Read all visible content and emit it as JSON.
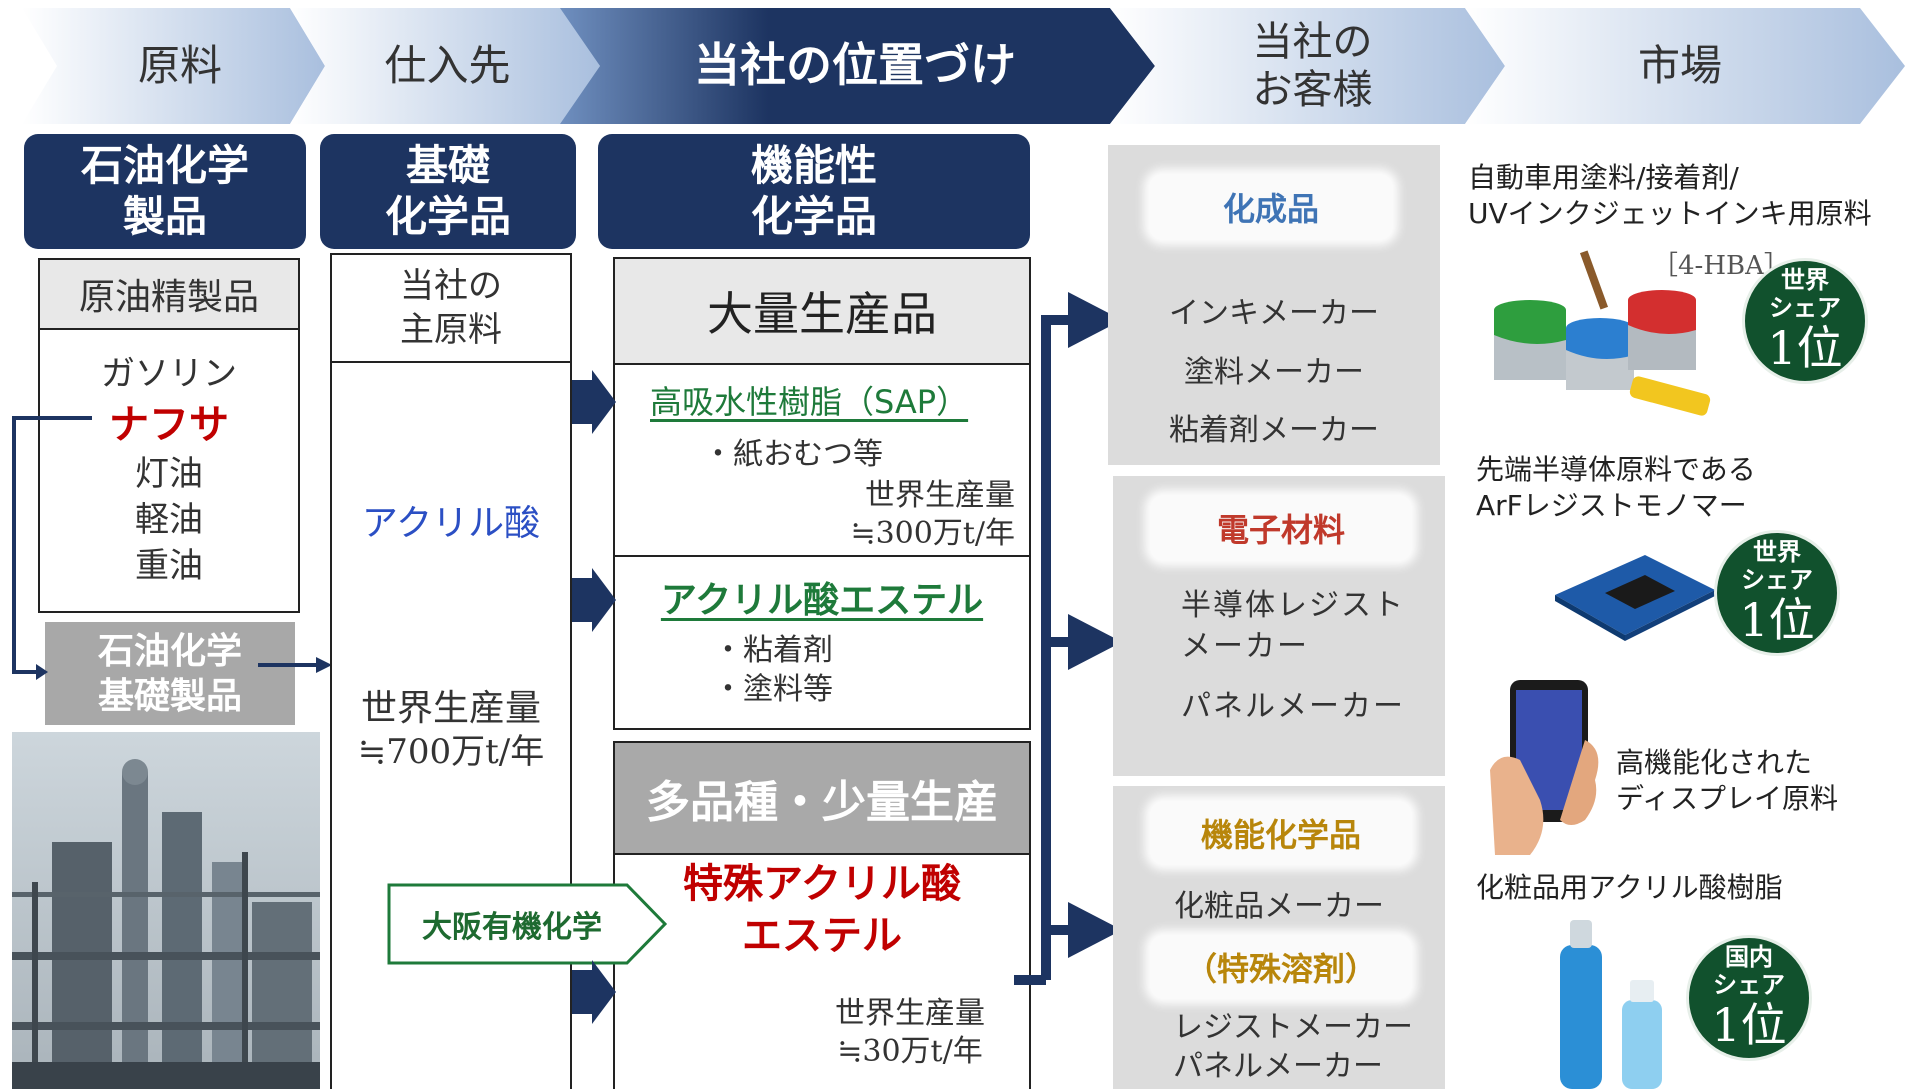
{
  "header": {
    "steps": [
      {
        "label": "原料"
      },
      {
        "label": "仕入先"
      },
      {
        "label": "当社の位置づけ"
      },
      {
        "label": "当社の\nお客様"
      },
      {
        "label": "市場"
      }
    ]
  },
  "columns": {
    "raw": {
      "title": "石油化学\n製品",
      "refined_header": "原油精製品",
      "products": [
        "ガソリン",
        "ナフサ",
        "灯油",
        "軽油",
        "重油"
      ],
      "basic_label": "石油化学\n基礎製品",
      "photo_icon": "chemical-plant-photo"
    },
    "supplier": {
      "title": "基礎\n化学品",
      "header": "当社の\n主原料",
      "material": "アクリル酸",
      "production_label": "世界生産量",
      "production_value": "≒700万t/年"
    },
    "company": {
      "title": "機能性\n化学品",
      "mass_header": "大量生産品",
      "sap": {
        "name": "高吸水性樹脂（SAP）",
        "use": "・紙おむつ等",
        "prod_label": "世界生産量",
        "prod_value": "≒300万t/年"
      },
      "ester": {
        "name": "アクリル酸エステル",
        "uses": [
          "・粘着剤",
          "・塗料等"
        ]
      },
      "small_header": "多品種・少量生産",
      "special": {
        "name": "特殊アクリル酸\nエステル",
        "prod_label": "世界生産量",
        "prod_value": "≒30万t/年"
      },
      "company_tag": "大阪有機化学"
    }
  },
  "customers": [
    {
      "title": "化成品",
      "title_color": "#3f74b5",
      "items": [
        "インキメーカー",
        "塗料メーカー",
        "粘着剤メーカー"
      ]
    },
    {
      "title": "電子材料",
      "title_color": "#c0392b",
      "items": [
        "半導体レジスト\nメーカー",
        "パネルメーカー"
      ]
    },
    {
      "title": "機能化学品",
      "title_color": "#b8860b",
      "items": [
        "化粧品メーカー"
      ],
      "sub_title": "（特殊溶剤）",
      "sub_items": [
        "レジストメーカー",
        "パネルメーカー"
      ]
    }
  ],
  "market": [
    {
      "desc": "自動車用塗料/接着剤/\nUVインクジェットインキ用原料",
      "tag": "［4-HBA］",
      "badge": [
        "世界",
        "シェア",
        "1位"
      ],
      "image_icon": "paint-cans-icon"
    },
    {
      "desc": "先端半導体原料である\nArFレジストモノマー",
      "badge": [
        "世界",
        "シェア",
        "1位"
      ],
      "image_icon": "semiconductor-chip-icon"
    },
    {
      "desc": "高機能化された\nディスプレイ原料",
      "image_icon": "smartphone-icon"
    },
    {
      "desc": "化粧品用アクリル酸樹脂",
      "badge": [
        "国内",
        "シェア",
        "1位"
      ],
      "image_icon": "cosmetic-bottles-icon"
    }
  ],
  "colors": {
    "navy": "#1d3461",
    "green_badge": "#11512d",
    "red": "#c00000",
    "blue_text": "#2b4fc4"
  }
}
